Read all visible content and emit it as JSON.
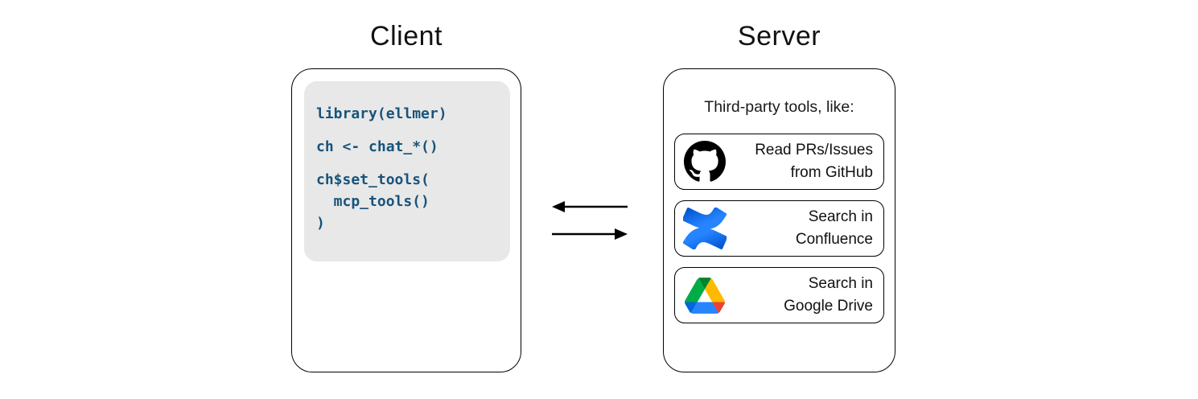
{
  "diagram": {
    "client": {
      "title": "Client",
      "code_blocks": {
        "block1": "library(ellmer)",
        "block2": "ch <- chat_*()",
        "block3": "ch$set_tools(\n  mcp_tools()\n)"
      }
    },
    "arrows": {
      "left_arrow": "server-to-client",
      "right_arrow": "client-to-server"
    },
    "server": {
      "title": "Server",
      "subtitle": "Third-party tools, like:",
      "tools": [
        {
          "icon": "github-icon",
          "line1": "Read PRs/Issues",
          "line2": "from GitHub"
        },
        {
          "icon": "confluence-icon",
          "line1": "Search in",
          "line2": "Confluence"
        },
        {
          "icon": "google-drive-icon",
          "line1": "Search in",
          "line2": "Google Drive"
        }
      ]
    },
    "colors": {
      "code_text": "#17537b",
      "code_background": "#e8e8e8",
      "box_border": "#000000",
      "arrow": "#000000",
      "github_black": "#000000",
      "confluence_blue_bright": "#2684ff",
      "confluence_blue_dark": "#0052cc",
      "drive_deep_blue": "#0066da",
      "drive_green": "#00ac47",
      "drive_dark_green": "#00832d",
      "drive_light_blue": "#2684fc",
      "drive_yellow": "#ffba00",
      "drive_red": "#ea4335"
    }
  }
}
